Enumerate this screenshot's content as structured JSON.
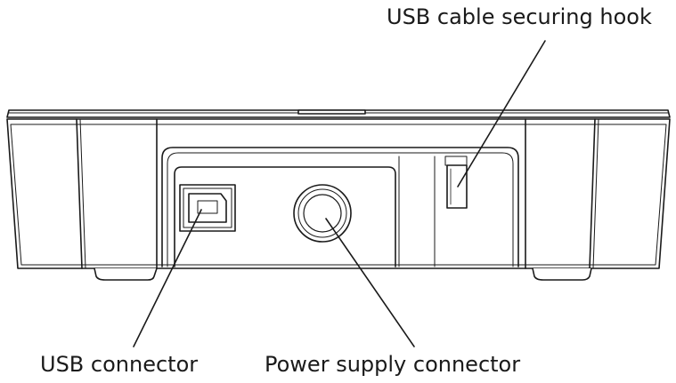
{
  "labels": {
    "usb_cable_securing_hook": "USB cable securing hook",
    "usb_connector": "USB connector",
    "power_supply_connector": "Power supply connector"
  },
  "colors": {
    "line": "#1a1a1a",
    "background": "#ffffff"
  }
}
